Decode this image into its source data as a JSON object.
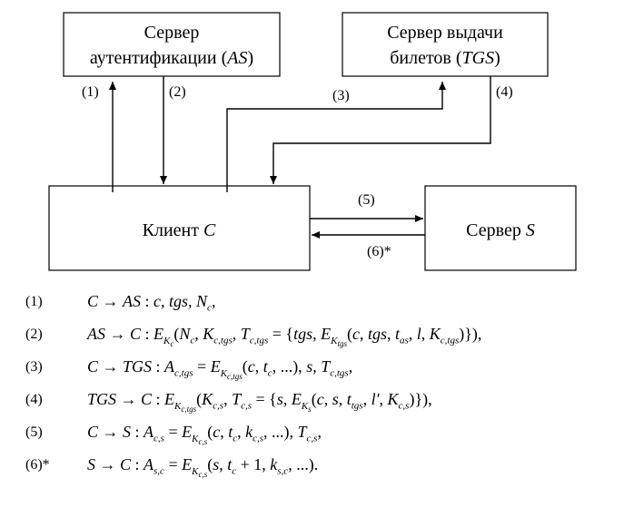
{
  "boxes": {
    "as": {
      "line1": "Сервер",
      "line2_text": "аутентификации (",
      "line2_italic": "AS",
      "line2_close": ")"
    },
    "tgs": {
      "line1": "Сервер выдачи",
      "line2_text": "билетов (",
      "line2_italic": "TGS",
      "line2_close": ")"
    },
    "client": {
      "text": "Клиент ",
      "italic": "C"
    },
    "server": {
      "text": "Сервер ",
      "italic": "S"
    }
  },
  "arrow_labels": {
    "l1": "(1)",
    "l2": "(2)",
    "l3": "(3)",
    "l4": "(4)",
    "l5": "(5)",
    "l6": "(6)*"
  },
  "formulas": [
    {
      "num": "(1)",
      "expr": "C → AS : c, tgs, N_c,"
    },
    {
      "num": "(2)",
      "expr": "AS → C : E_{K_c}(N_c, K_{c,tgs}, T_{c,tgs} = {tgs, E_{K_tgs}(c, tgs, t_as, l, K_{c,tgs})}),"
    },
    {
      "num": "(3)",
      "expr": "C → TGS : A_{c,tgs} = E_{K_{c,tgs}}(c, t_c, ...), s, T_{c,tgs},"
    },
    {
      "num": "(4)",
      "expr": "TGS → C : E_{K_{c,tgs}}(K_{c,s}, T_{c,s} = {s, E_{K_s}(c, s, t_tgs, l′, K_{c,s})}),"
    },
    {
      "num": "(5)",
      "expr": "C → S : A_{c,s} = E_{K_{c,s}}(c, t_c, k_{c,s}, ...), T_{c,s},"
    },
    {
      "num": "(6)*",
      "expr": "S → C : A_{s,c} = E_{K_{c,s}}(s, t_c + 1, k_{s,c}, ...)."
    }
  ]
}
